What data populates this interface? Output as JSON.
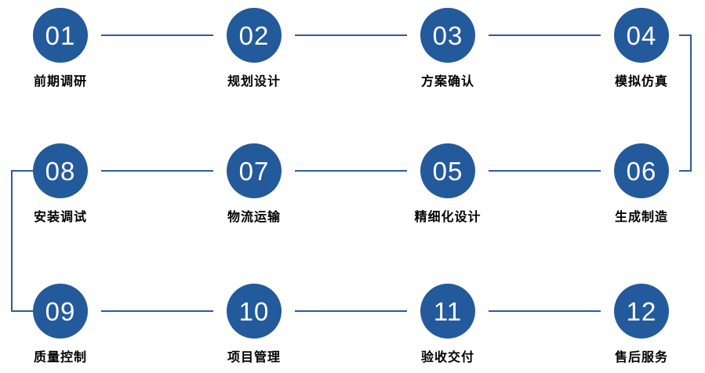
{
  "diagram": {
    "background_color": "#ffffff",
    "circle_color": "#235a9b",
    "number_color": "#ffffff",
    "label_color": "#000000",
    "line_color": "#2b5c9e",
    "nodes": [
      {
        "number": "01",
        "label": "前期调研",
        "row": 0,
        "col": 0
      },
      {
        "number": "02",
        "label": "规划设计",
        "row": 0,
        "col": 1
      },
      {
        "number": "03",
        "label": "方案确认",
        "row": 0,
        "col": 2
      },
      {
        "number": "04",
        "label": "模拟仿真",
        "row": 0,
        "col": 3
      },
      {
        "number": "08",
        "label": "安装调试",
        "row": 1,
        "col": 0
      },
      {
        "number": "07",
        "label": "物流运输",
        "row": 1,
        "col": 1
      },
      {
        "number": "05",
        "label": "精细化设计",
        "row": 1,
        "col": 2
      },
      {
        "number": "06",
        "label": "生成制造",
        "row": 1,
        "col": 3
      },
      {
        "number": "09",
        "label": "质量控制",
        "row": 2,
        "col": 0
      },
      {
        "number": "10",
        "label": "项目管理",
        "row": 2,
        "col": 1
      },
      {
        "number": "11",
        "label": "验收交付",
        "row": 2,
        "col": 2
      },
      {
        "number": "12",
        "label": "售后服务",
        "row": 2,
        "col": 3
      }
    ],
    "connections": [
      {
        "from": "01",
        "to": "02",
        "type": "horizontal"
      },
      {
        "from": "02",
        "to": "03",
        "type": "horizontal"
      },
      {
        "from": "03",
        "to": "04",
        "type": "horizontal"
      },
      {
        "from": "04",
        "to": "06",
        "type": "elbow-right"
      },
      {
        "from": "06",
        "to": "05",
        "type": "horizontal"
      },
      {
        "from": "05",
        "to": "07",
        "type": "horizontal"
      },
      {
        "from": "07",
        "to": "08",
        "type": "horizontal"
      },
      {
        "from": "08",
        "to": "09",
        "type": "elbow-left"
      },
      {
        "from": "09",
        "to": "10",
        "type": "horizontal"
      },
      {
        "from": "10",
        "to": "11",
        "type": "horizontal"
      },
      {
        "from": "11",
        "to": "12",
        "type": "horizontal"
      }
    ]
  }
}
